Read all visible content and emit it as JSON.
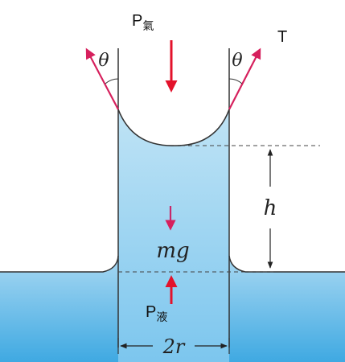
{
  "labels": {
    "p_gas_main": "P",
    "p_gas_sub": "氣",
    "tension": "T",
    "theta_left": "θ",
    "theta_right": "θ",
    "height": "h",
    "weight": "mg",
    "p_liquid_main": "P",
    "p_liquid_sub": "液",
    "width": "2r"
  },
  "colors": {
    "force_red": "#e3122b",
    "tension_magenta": "#d6205d",
    "weight_magenta": "#c8286a",
    "water_top": "#a9d6ef",
    "water_bottom": "#4fb2e6",
    "outline": "#333333"
  }
}
